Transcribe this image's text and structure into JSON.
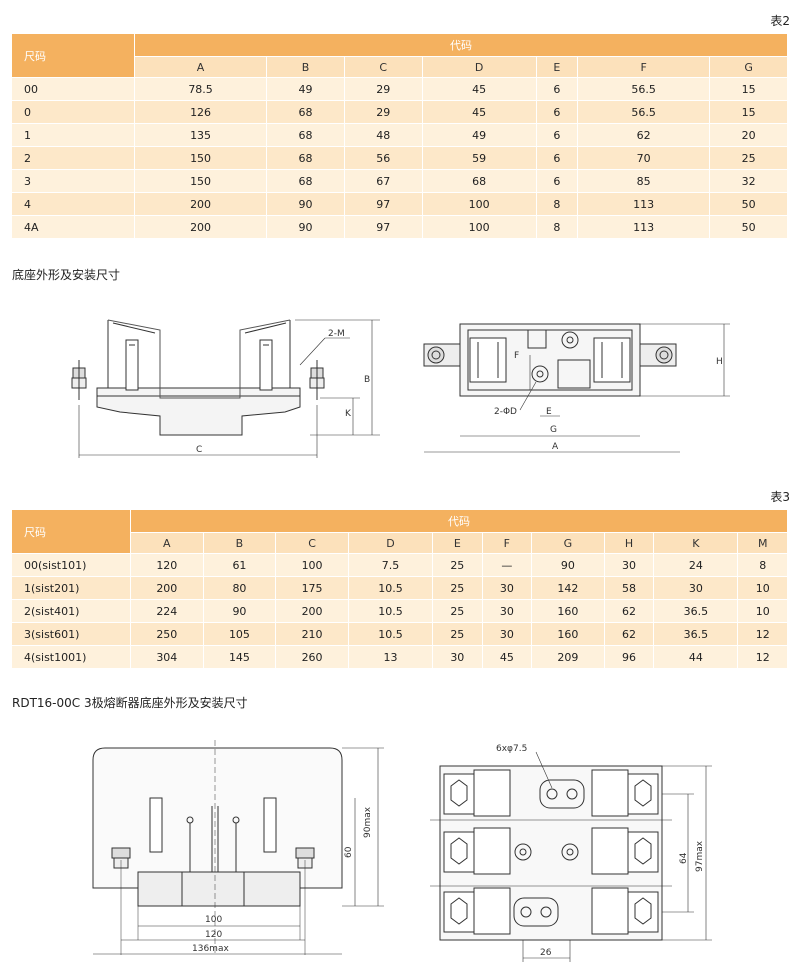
{
  "table2": {
    "label": "表2",
    "size_header": "尺码",
    "code_header": "代码",
    "columns": [
      "A",
      "B",
      "C",
      "D",
      "E",
      "F",
      "G"
    ],
    "rows": [
      {
        "size": "00",
        "values": [
          "78.5",
          "49",
          "29",
          "45",
          "6",
          "56.5",
          "15"
        ]
      },
      {
        "size": "0",
        "values": [
          "126",
          "68",
          "29",
          "45",
          "6",
          "56.5",
          "15"
        ]
      },
      {
        "size": "1",
        "values": [
          "135",
          "68",
          "48",
          "49",
          "6",
          "62",
          "20"
        ]
      },
      {
        "size": "2",
        "values": [
          "150",
          "68",
          "56",
          "59",
          "6",
          "70",
          "25"
        ]
      },
      {
        "size": "3",
        "values": [
          "150",
          "68",
          "67",
          "68",
          "6",
          "85",
          "32"
        ]
      },
      {
        "size": "4",
        "values": [
          "200",
          "90",
          "97",
          "100",
          "8",
          "113",
          "50"
        ]
      },
      {
        "size": "4A",
        "values": [
          "200",
          "90",
          "97",
          "100",
          "8",
          "113",
          "50"
        ]
      }
    ]
  },
  "section1_title": "底座外形及安装尺寸",
  "drawing1": {
    "label_2m": "2-M",
    "label_b": "B",
    "label_k": "K",
    "label_c": "C",
    "label_f": "F",
    "label_h": "H",
    "label_2d": "2-ΦD",
    "label_e": "E",
    "label_g": "G",
    "label_a": "A"
  },
  "table3": {
    "label": "表3",
    "size_header": "尺码",
    "code_header": "代码",
    "columns": [
      "A",
      "B",
      "C",
      "D",
      "E",
      "F",
      "G",
      "H",
      "K",
      "M"
    ],
    "rows": [
      {
        "size": "00(sist101)",
        "values": [
          "120",
          "61",
          "100",
          "7.5",
          "25",
          "—",
          "90",
          "30",
          "24",
          "8"
        ]
      },
      {
        "size": "1(sist201)",
        "values": [
          "200",
          "80",
          "175",
          "10.5",
          "25",
          "30",
          "142",
          "58",
          "30",
          "10"
        ]
      },
      {
        "size": "2(sist401)",
        "values": [
          "224",
          "90",
          "200",
          "10.5",
          "25",
          "30",
          "160",
          "62",
          "36.5",
          "10"
        ]
      },
      {
        "size": "3(sist601)",
        "values": [
          "250",
          "105",
          "210",
          "10.5",
          "25",
          "30",
          "160",
          "62",
          "36.5",
          "12"
        ]
      },
      {
        "size": "4(sist1001)",
        "values": [
          "304",
          "145",
          "260",
          "13",
          "30",
          "45",
          "209",
          "96",
          "44",
          "12"
        ]
      }
    ]
  },
  "section2_title": "RDT16-00C 3极熔断器底座外形及安装尺寸",
  "drawing2": {
    "label_90max": "90max",
    "label_60": "60",
    "label_100": "100",
    "label_120": "120",
    "label_136max": "136max",
    "label_6x": "6xφ7.5",
    "label_64": "64",
    "label_97max": "97max",
    "label_26": "26"
  }
}
